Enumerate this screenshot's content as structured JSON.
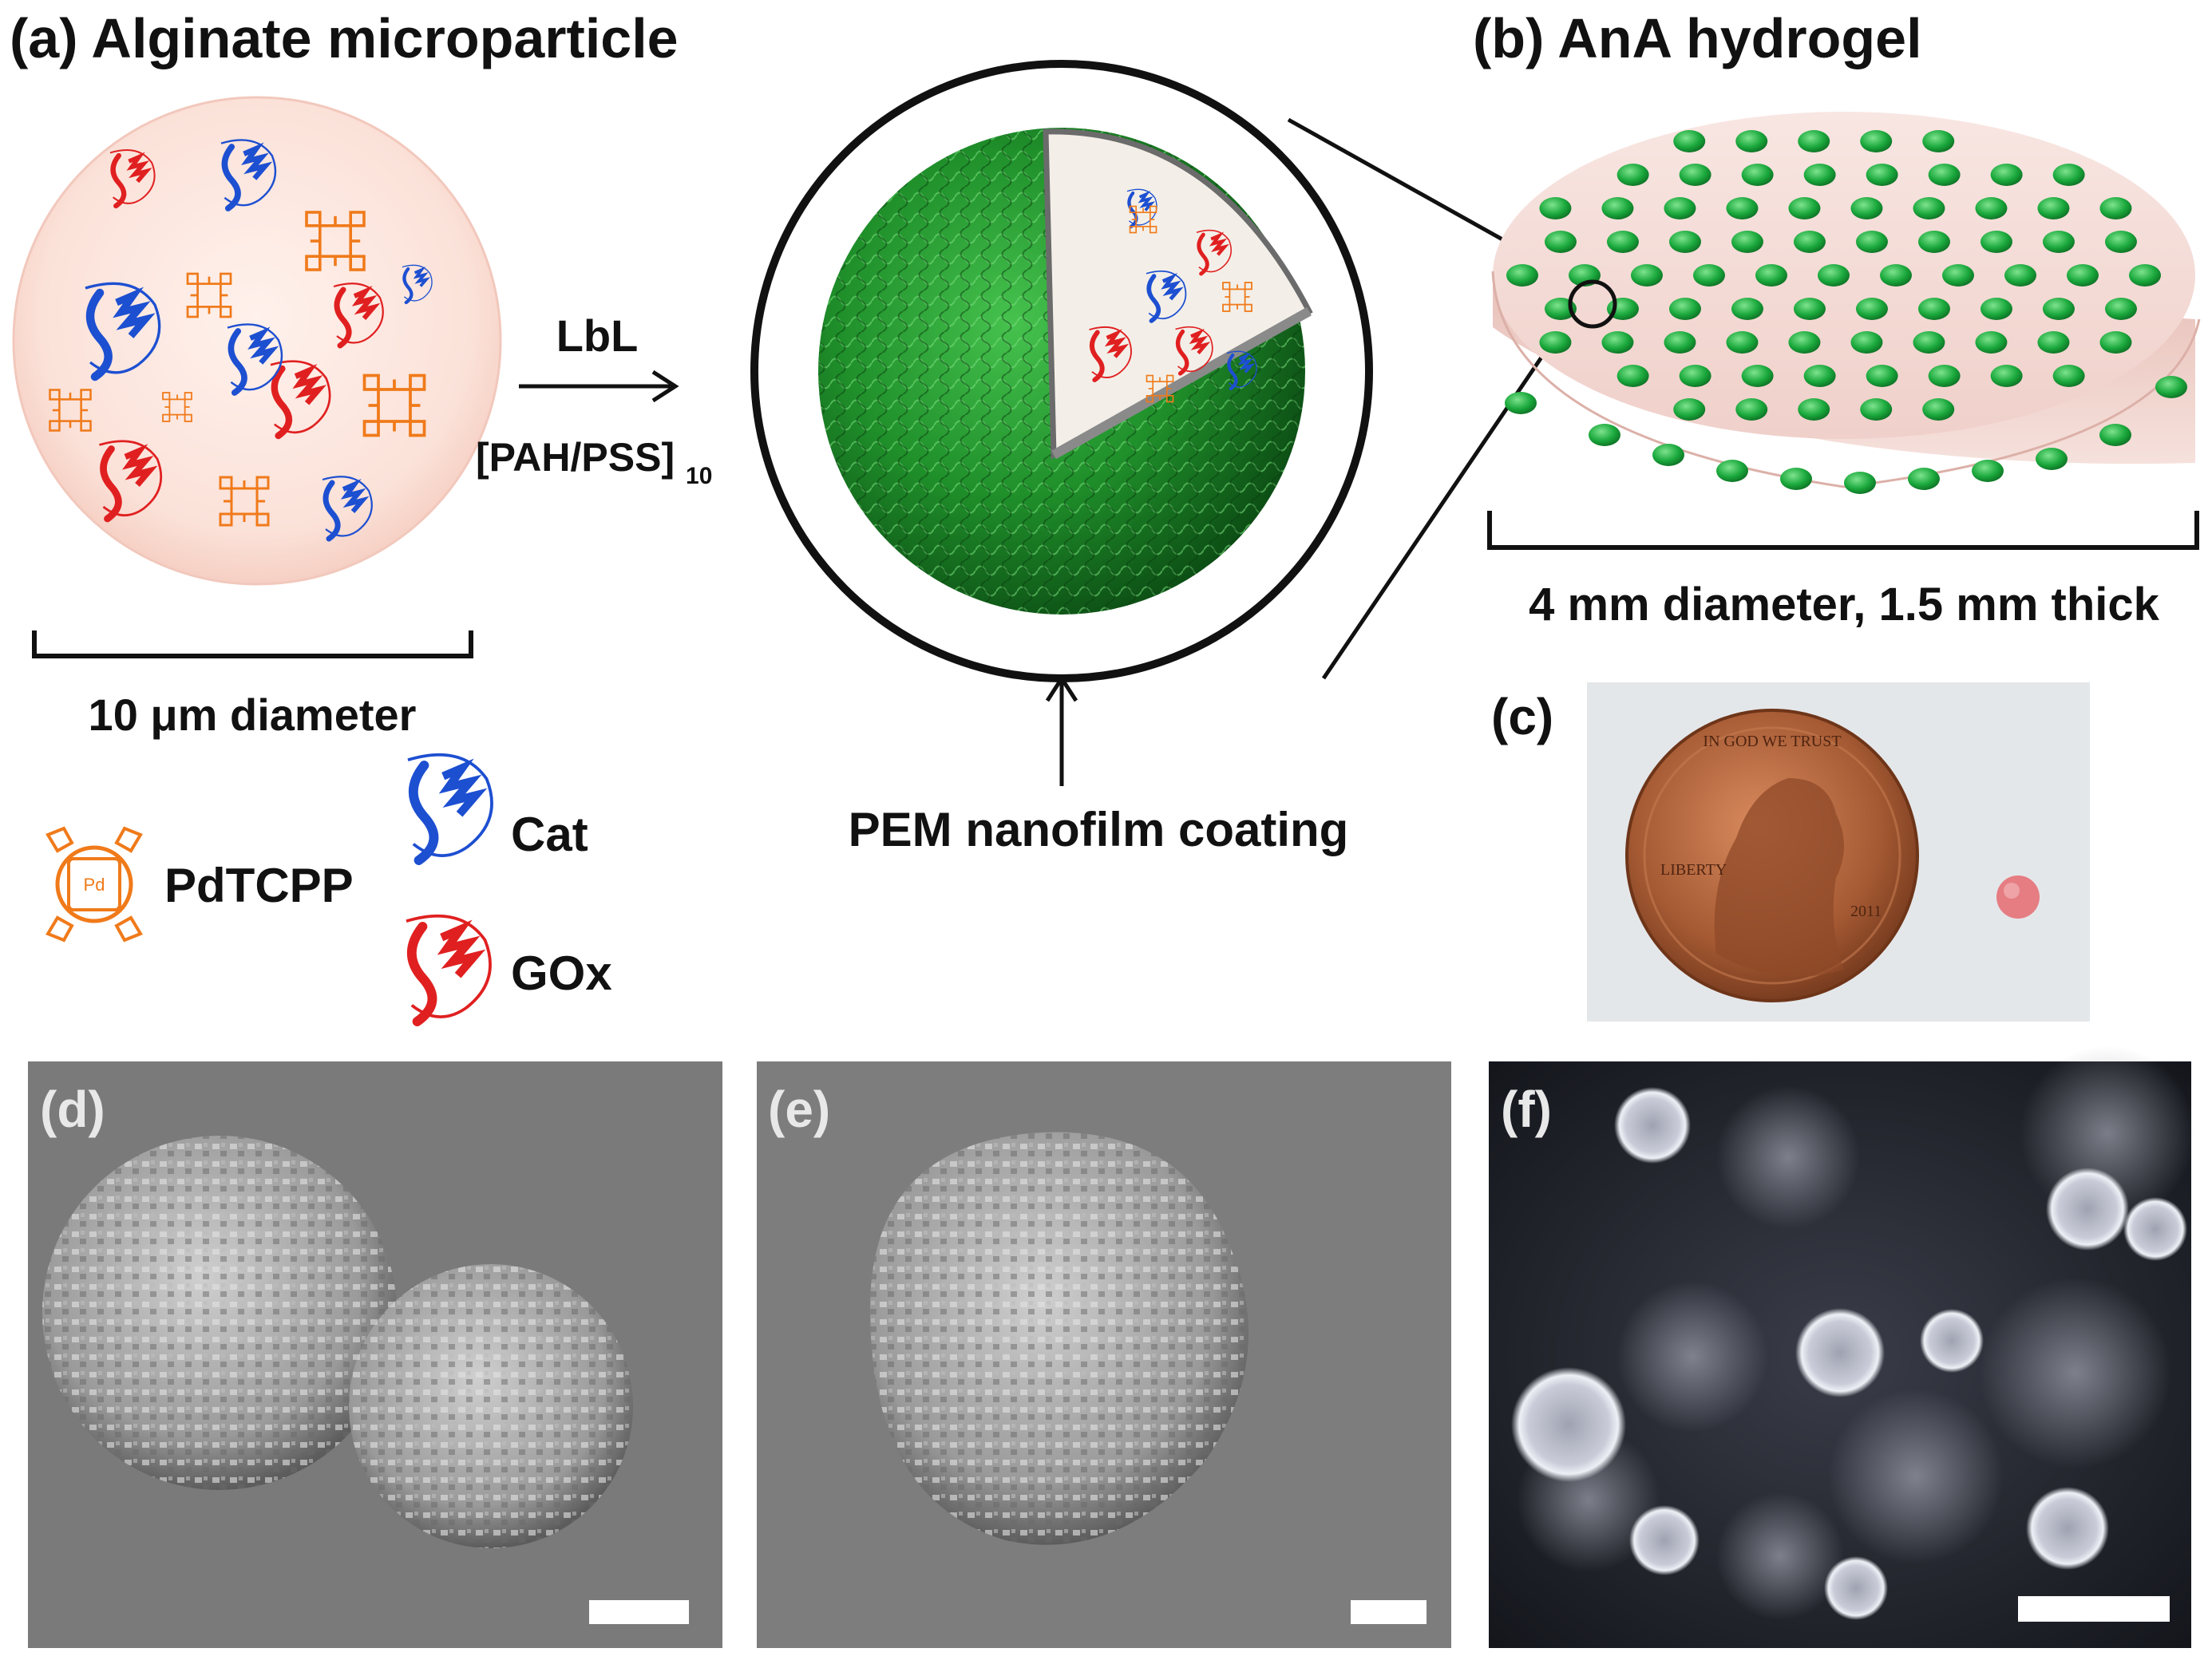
{
  "panel_a": {
    "title": "(a) Alginate microparticle",
    "diameter_label": "10 μm diameter"
  },
  "panel_b": {
    "title": "(b) AnA hydrogel",
    "size_label": "4 mm diameter, 1.5 mm thick"
  },
  "process": {
    "method": "LbL",
    "layers_main": "[PAH/PSS]",
    "layers_sub": "10"
  },
  "coating_label": "PEM nanofilm coating",
  "legend": {
    "pdtcpp": "PdTCPP",
    "pdtcpp_center": "Pd",
    "cat": "Cat",
    "gox": "GOx"
  },
  "panel_c": {
    "letter": "(c)",
    "coin_top": "IN GOD WE TRUST",
    "coin_left": "LIBERTY",
    "coin_year": "2011"
  },
  "panel_d": {
    "letter": "(d)"
  },
  "panel_e": {
    "letter": "(e)"
  },
  "panel_f": {
    "letter": "(f)"
  },
  "colors": {
    "gox": "#e02020",
    "cat": "#1d4fd1",
    "pdtcpp": "#f07a1a",
    "coating": "#1f8f2a",
    "particle_bg": "#fbe4dc",
    "disc": "#f3d6d0",
    "dot": "#1aa83c"
  }
}
